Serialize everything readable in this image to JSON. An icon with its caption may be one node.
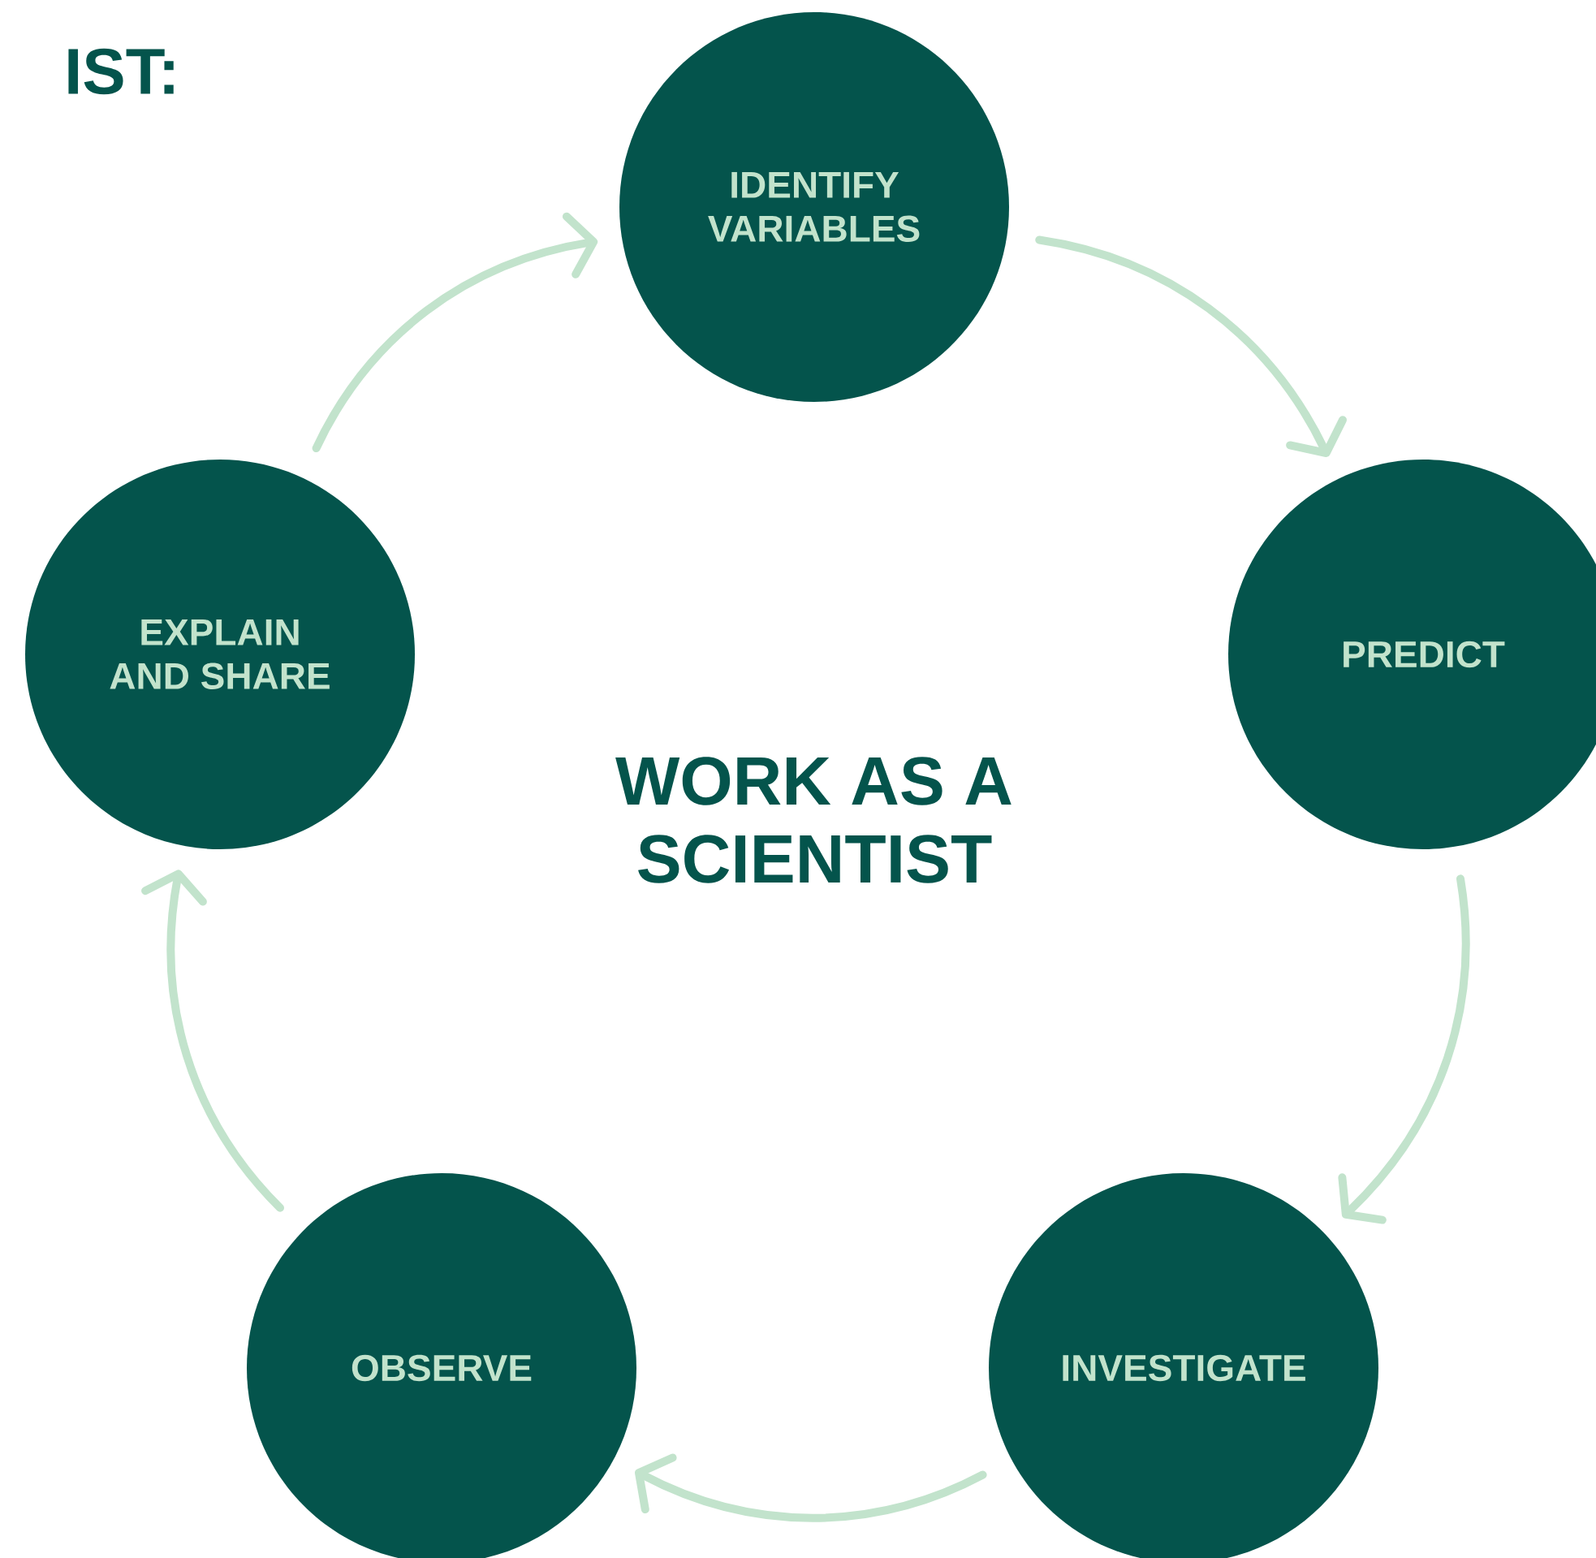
{
  "diagram": {
    "nodes": [
      {
        "text": [
          "IDENTIFY VARIABLES"
        ]
      },
      {
        "text": [
          "PREDICT"
        ]
      },
      {
        "text": [
          "INVESTIGATE"
        ]
      },
      {
        "text": [
          "OBSERVE"
        ]
      },
      {
        "text": [
          "EXPLAIN AND SHARE"
        ]
      }
    ],
    "edges": [
      {
        "from": 0,
        "to": 1,
        "arrow": "to"
      },
      {
        "from": 1,
        "to": 2,
        "arrow": "to"
      },
      {
        "from": 2,
        "to": 3,
        "arrow": "to"
      },
      {
        "from": 3,
        "to": 4,
        "arrow": "to"
      },
      {
        "from": 4,
        "to": 0,
        "arrow": "to"
      }
    ],
    "labels": [
      "IST:",
      "WORK AS A SCIENTIST"
    ]
  }
}
